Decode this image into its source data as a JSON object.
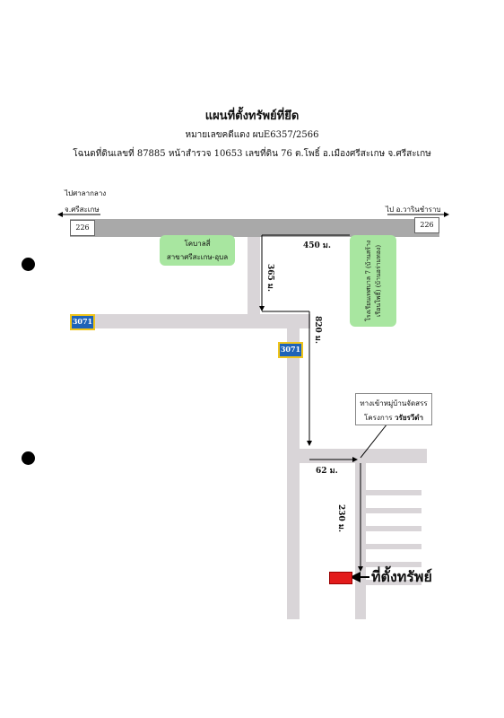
{
  "header": {
    "title": "แผนที่ตั้งทรัพย์ที่ยึด",
    "case_no": "หมายเลขคดีแดง ผบE6357/2566",
    "deed": "โฉนดที่ดินเลขที่ 87885 หน้าสำรวจ 10653 เลขที่ดิน 76 ต.โพธิ์ อ.เมืองศรีสะเกษ จ.ศรีสะเกษ"
  },
  "map": {
    "dir_left_1": "ไปศาลากลาง",
    "dir_left_2": "จ.ศรีสะเกษ",
    "dir_right": "ไป อ.วารินชำราบ",
    "route_main": "226",
    "route_secondary": "3071",
    "place_1_line1": "โคบาลสี่",
    "place_1_line2": "สาขาศรีสะเกษ-อุบล",
    "place_2_line1": "โรงเรียนเทศบาล 7",
    "place_2_line2": "(บ้านสร้างเรือนโพธิ์)",
    "place_2_line3": "(บ้านอร่ามทอง)",
    "village_line1": "ทางเข้าหมู่บ้านจัดสรร",
    "village_line2_prefix": "โครงการ",
    "village_line2_name": "วรัยรวีดำ",
    "dist_450": "450 ม.",
    "dist_365": "365 ม.",
    "dist_820": "820 ม.",
    "dist_62": "62 ม.",
    "dist_230": "230 ม.",
    "property_label": "ที่ตั้งทรัพย์",
    "colors": {
      "main_road": "#a9a9a9",
      "side_road": "#d9d5d8",
      "place": "#a8e6a0",
      "route_shield": "#1e63b8",
      "property": "#e31b1b"
    }
  }
}
